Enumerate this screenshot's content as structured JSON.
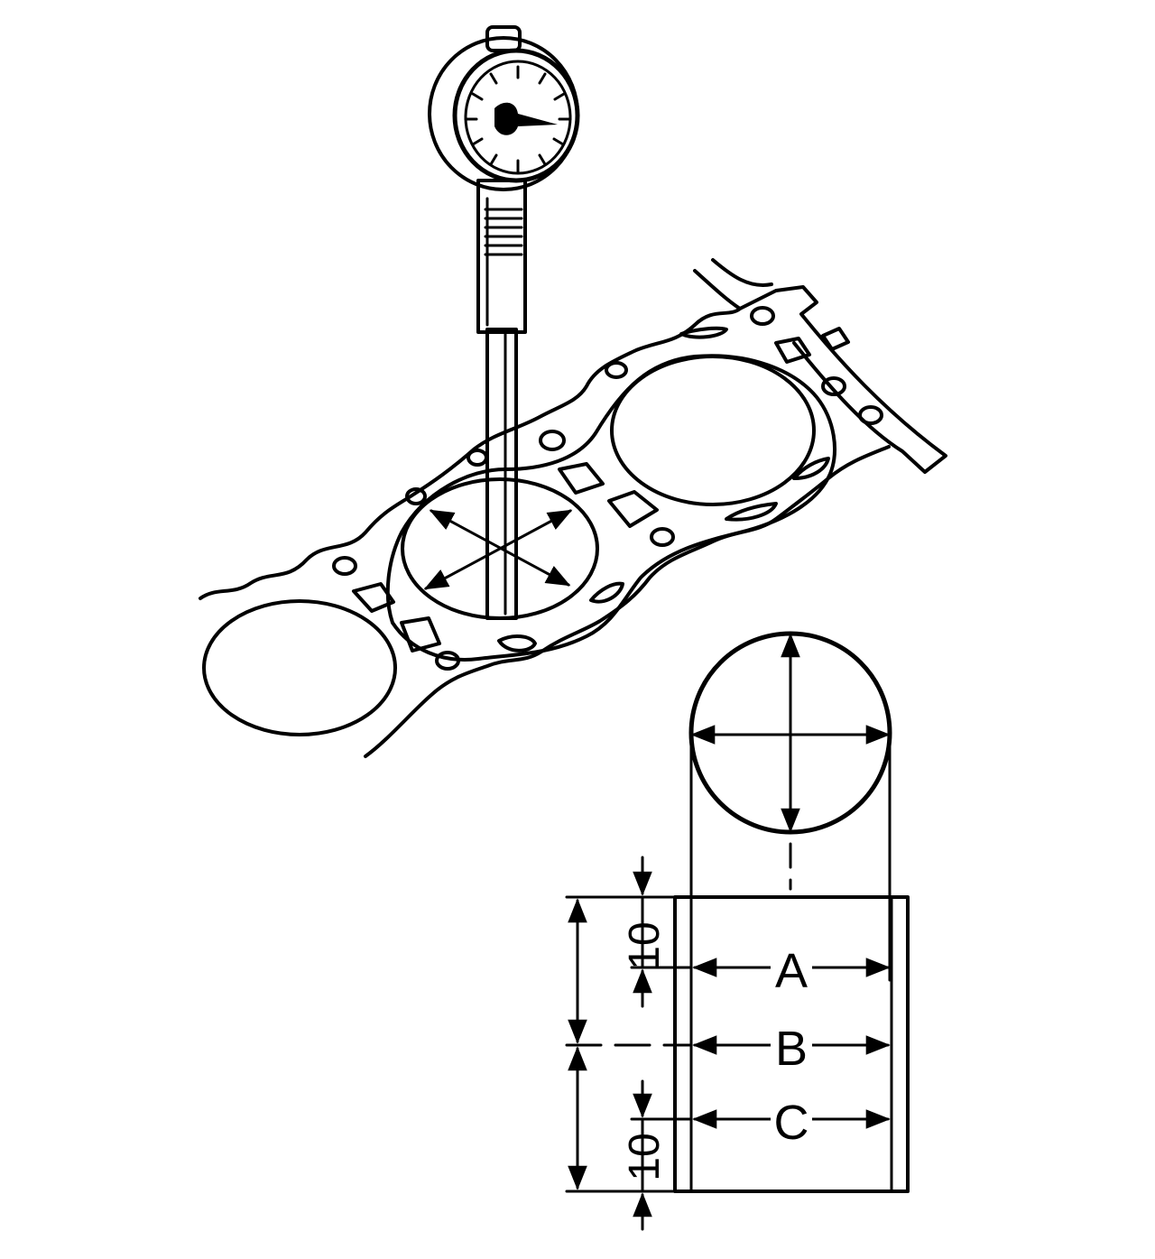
{
  "figure": {
    "ink_color": "#000000",
    "background_color": "#ffffff",
    "labels": {
      "level_a": "A",
      "level_b": "B",
      "level_c": "C",
      "top_offset": "10",
      "bottom_offset": "10"
    }
  }
}
